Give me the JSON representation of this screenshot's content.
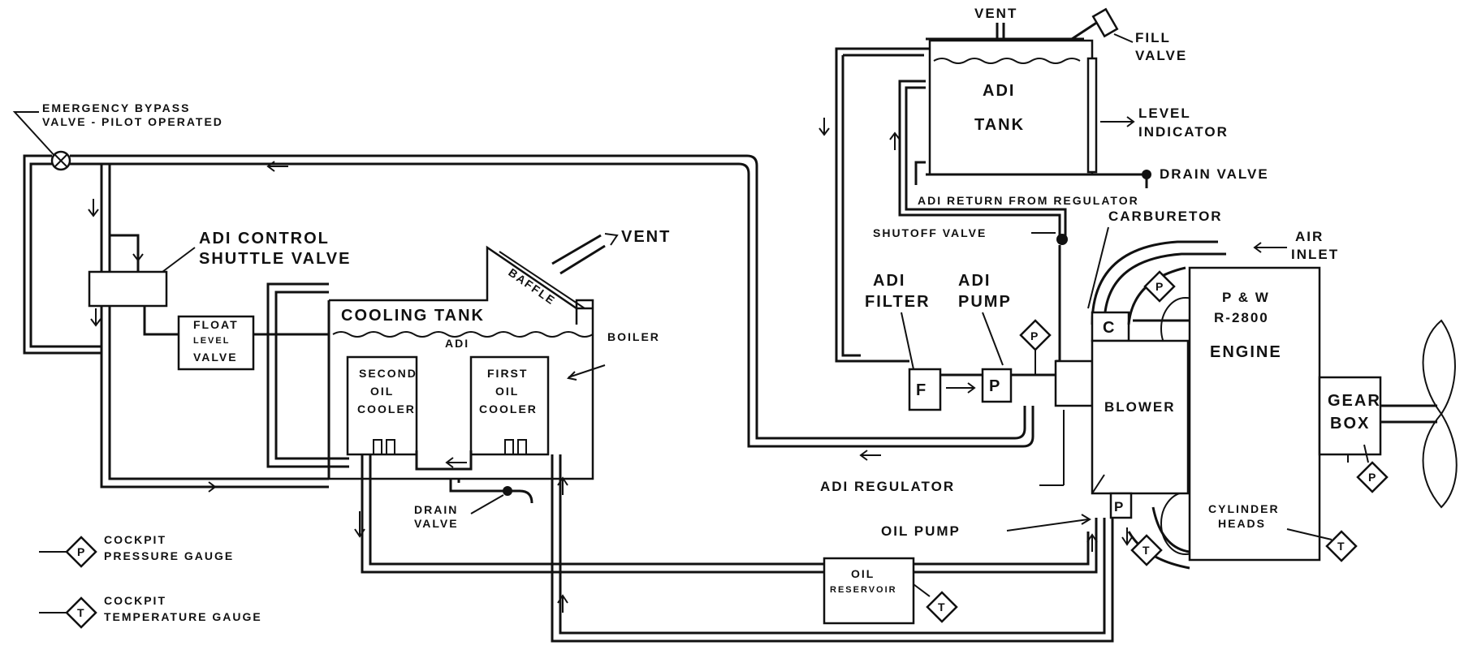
{
  "labels": {
    "vent_top": "VENT",
    "fill_valve_1": "FILL",
    "fill_valve_2": "VALVE",
    "adi_tank_1": "ADI",
    "adi_tank_2": "TANK",
    "level_indicator_1": "LEVEL",
    "level_indicator_2": "INDICATOR",
    "drain_valve_top": "DRAIN VALVE",
    "adi_return": "ADI RETURN FROM REGULATOR",
    "shutoff_valve": "SHUTOFF VALVE",
    "carburetor": "CARBURETOR",
    "air_inlet_1": "AIR",
    "air_inlet_2": "INLET",
    "emergency_bypass_1": "EMERGENCY BYPASS",
    "emergency_bypass_2": "VALVE - PILOT OPERATED",
    "adi_control_1": "ADI CONTROL",
    "adi_control_2": "SHUTTLE VALVE",
    "vent_mid": "VENT",
    "baffle": "BAFFLE",
    "cooling_tank": "COOLING TANK",
    "adi_liquid": "ADI",
    "boiler": "BOILER",
    "float_level_1": "FLOAT",
    "float_level_2": "LEVEL",
    "float_level_3": "VALVE",
    "second_oil_1": "SECOND",
    "second_oil_2": "OIL",
    "second_oil_3": "COOLER",
    "first_oil_1": "FIRST",
    "first_oil_2": "OIL",
    "first_oil_3": "COOLER",
    "drain_valve_bottom_1": "DRAIN",
    "drain_valve_bottom_2": "VALVE",
    "adi_filter_1": "ADI",
    "adi_filter_2": "FILTER",
    "adi_pump_1": "ADI",
    "adi_pump_2": "PUMP",
    "filter_letter": "F",
    "pump_letter": "P",
    "carb_letter": "C",
    "blower": "BLOWER",
    "engine_1": "P & W",
    "engine_2": "R-2800",
    "engine_3": "ENGINE",
    "gearbox_1": "GEAR",
    "gearbox_2": "BOX",
    "adi_regulator": "ADI REGULATOR",
    "oil_pump": "OIL PUMP",
    "oil_pump_letter": "P",
    "cylinder_heads_1": "CYLINDER",
    "cylinder_heads_2": "HEADS",
    "oil_reservoir_1": "OIL",
    "oil_reservoir_2": "RESERVOIR",
    "legend_pressure_1": "COCKPIT",
    "legend_pressure_2": "PRESSURE GAUGE",
    "legend_temp_1": "COCKPIT",
    "legend_temp_2": "TEMPERATURE GAUGE",
    "gauge_p": "P",
    "gauge_t": "T"
  }
}
